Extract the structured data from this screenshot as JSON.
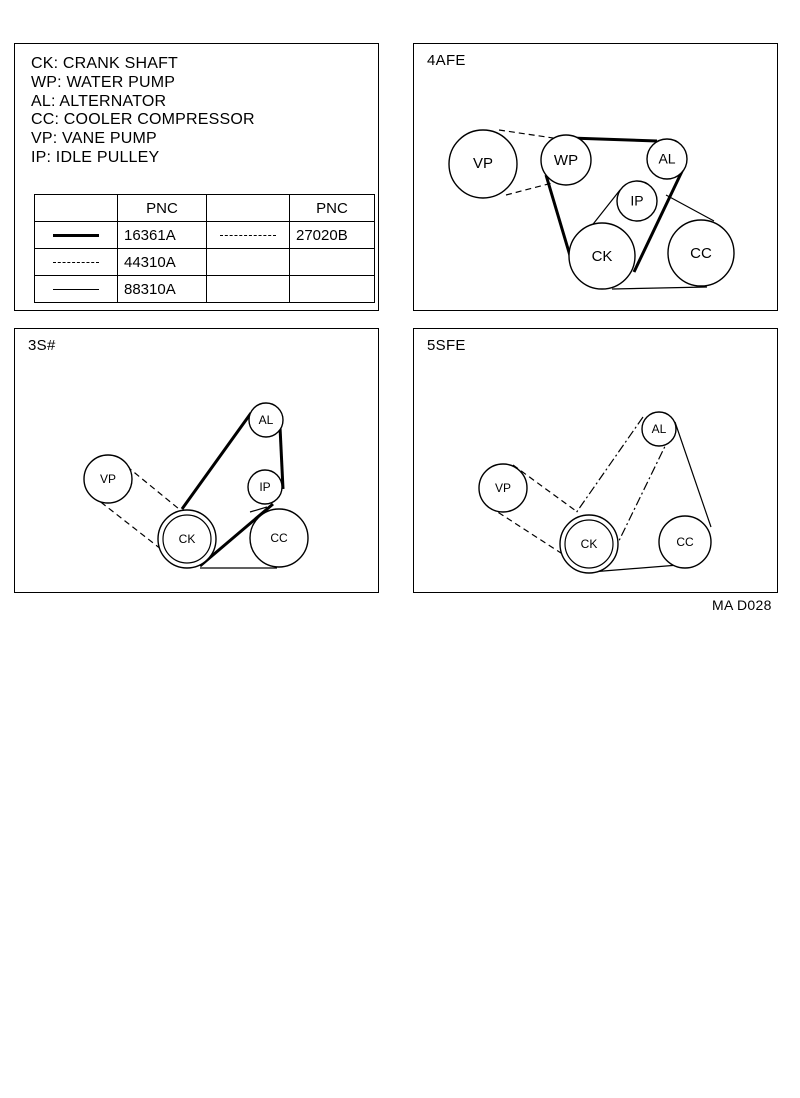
{
  "legend": {
    "items": [
      "CK: CRANK SHAFT",
      "WP: WATER PUMP",
      "AL: ALTERNATOR",
      "CC: COOLER COMPRESSOR",
      "VP: VANE PUMP",
      "IP: IDLE PULLEY"
    ],
    "table": {
      "header_left": "PNC",
      "header_right": "PNC",
      "rows": [
        {
          "style": "thick-solid",
          "pnc": "16361A",
          "style_right": "dash-dot",
          "pnc_right": "27020B"
        },
        {
          "style": "dashed",
          "pnc": "44310A",
          "style_right": "",
          "pnc_right": ""
        },
        {
          "style": "thin-solid",
          "pnc": "88310A",
          "style_right": "",
          "pnc_right": ""
        }
      ]
    }
  },
  "diagrams": {
    "engine_4afe": {
      "title": "4AFE",
      "pulleys": {
        "vp": "VP",
        "wp": "WP",
        "al": "AL",
        "ip": "IP",
        "ck": "CK",
        "cc": "CC"
      }
    },
    "engine_3s": {
      "title": "3S#",
      "pulleys": {
        "vp": "VP",
        "al": "AL",
        "ip": "IP",
        "ck": "CK",
        "cc": "CC"
      }
    },
    "engine_5sfe": {
      "title": "5SFE",
      "pulleys": {
        "vp": "VP",
        "al": "AL",
        "ck": "CK",
        "cc": "CC"
      }
    }
  },
  "figure_id": "MA D028"
}
